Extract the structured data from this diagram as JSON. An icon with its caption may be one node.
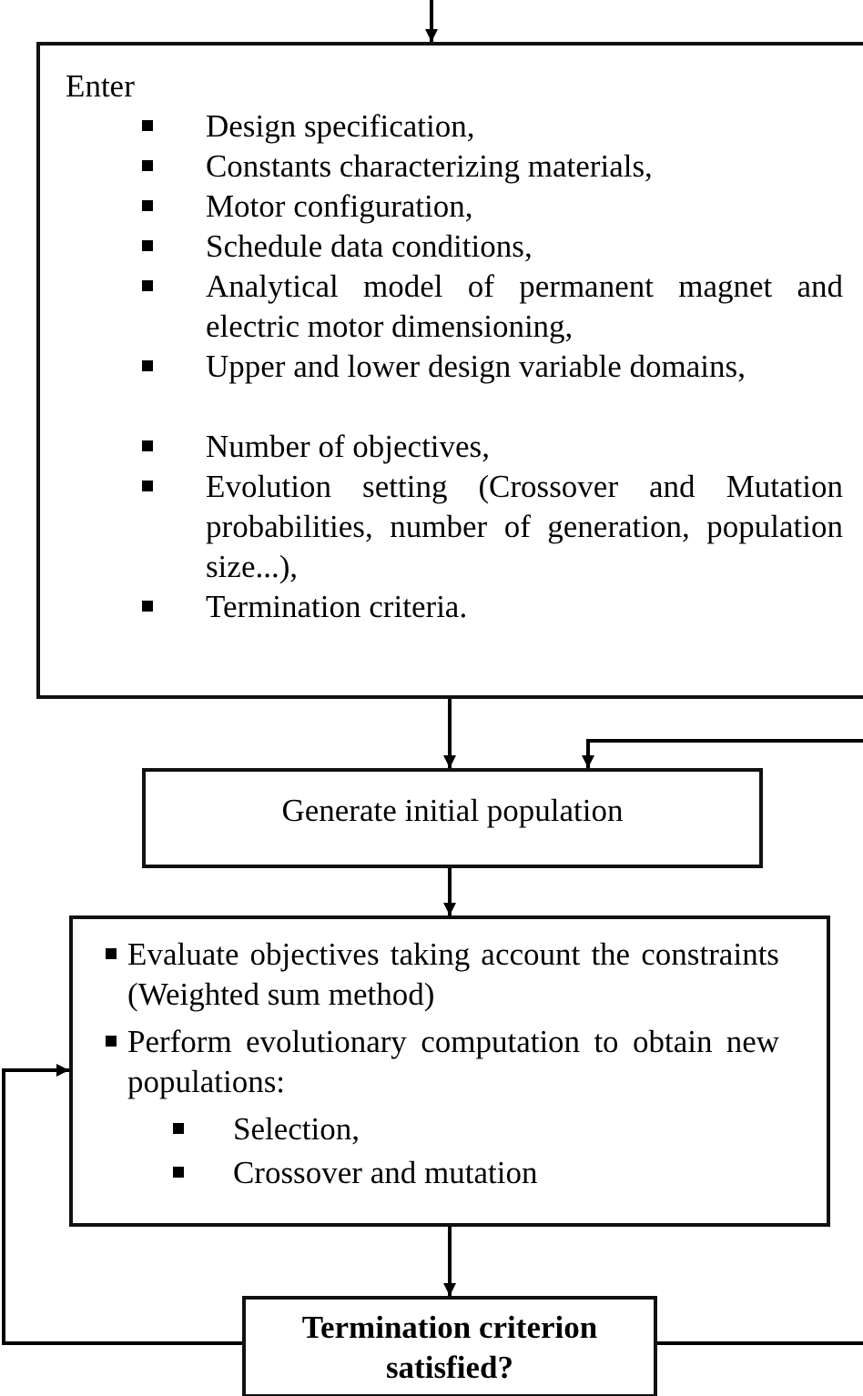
{
  "diagram": {
    "nodes": [
      {
        "text": [
          "Enter",
          "Design specification,",
          "Constants characterizing materials,",
          "Motor configuration,",
          "Schedule data conditions,",
          "Analytical model of permanent magnet and electric motor dimensioning,",
          "Upper and lower design variable domains,",
          "Number of objectives,",
          "Evolution setting (Crossover and Mutation probabilities, number of generation, population size...),",
          "Termination criteria."
        ]
      },
      {
        "text": [
          "Generate initial population"
        ]
      },
      {
        "text": [
          "Evaluate objectives taking account the constraints (Weighted sum method)",
          "Perform evolutionary computation to obtain new populations:",
          "Selection,",
          "Crossover and mutation"
        ]
      },
      {
        "text": [
          "Termination criterion satisfied?"
        ]
      }
    ],
    "edges": [
      {
        "from": null,
        "to": 0,
        "arrow": "to"
      },
      {
        "from": 0,
        "to": 1,
        "arrow": "to"
      },
      {
        "from": null,
        "to": 1,
        "arrow": "to"
      },
      {
        "from": 1,
        "to": 2,
        "arrow": "to"
      },
      {
        "from": 2,
        "to": 3,
        "arrow": "to"
      },
      {
        "from": 3,
        "to": 2,
        "arrow": "to"
      },
      {
        "from": 3,
        "to": null,
        "arrow": "none"
      }
    ]
  }
}
